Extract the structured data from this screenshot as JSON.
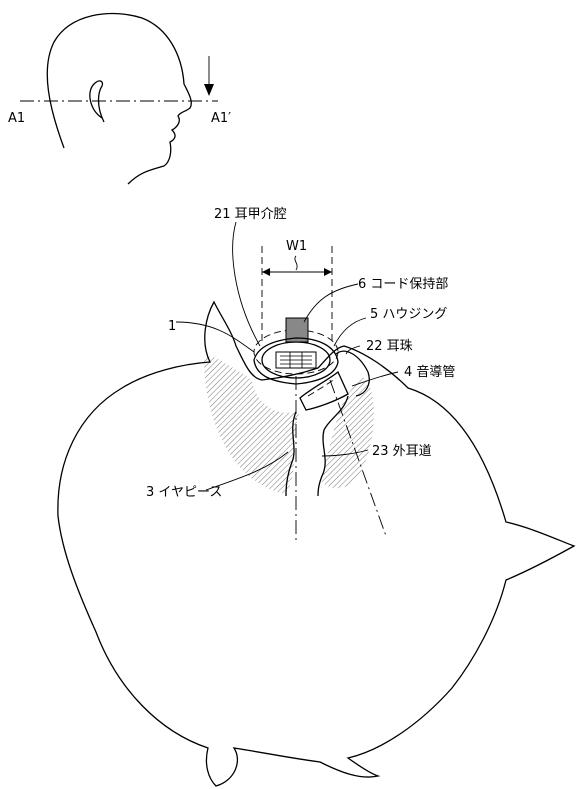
{
  "figure": {
    "section_labels": {
      "left": "A1",
      "right": "A1′"
    },
    "width_label": "W1",
    "callouts": {
      "concha": "21 耳甲介腔",
      "cord_holder": "6 コード保持部",
      "earphone": "1",
      "housing": "5 ハウジング",
      "tragus": "22 耳珠",
      "sound_tube": "4 音導管",
      "ear_canal": "23 外耳道",
      "earpiece": "3 イヤピース"
    }
  }
}
